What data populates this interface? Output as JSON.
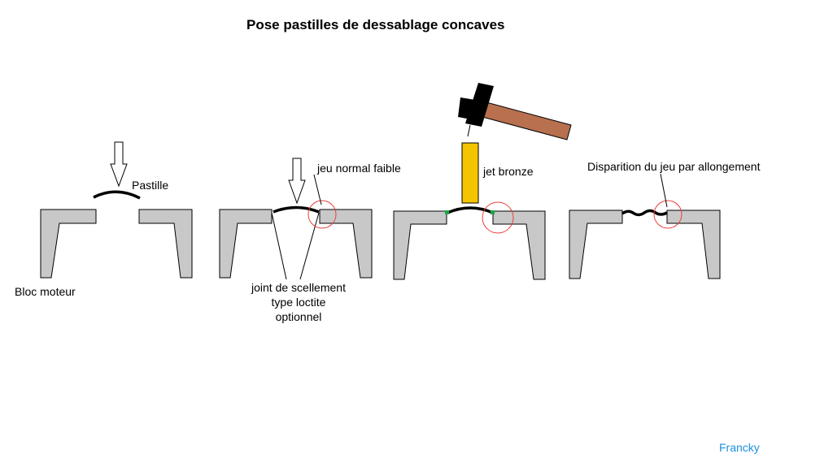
{
  "title": "Pose pastilles de dessablage concaves",
  "labels": {
    "pastille": "Pastille",
    "bloc_moteur": "Bloc moteur",
    "jeu_normal": "jeu normal faible",
    "joint_line1": "joint de scellement",
    "joint_line2": "type loctite",
    "joint_line3": "optionnel",
    "jet_bronze": "jet bronze",
    "disparition": "Disparition du jeu par allongement"
  },
  "author": "Francky",
  "colors": {
    "block_fill": "#c8c8c8",
    "outline": "#000000",
    "circle": "#e8403a",
    "sealant": "#1aa84a",
    "bronze": "#f5c400",
    "handle": "#b8704f",
    "author": "#1a8fe0"
  },
  "icons": [
    "down-arrow-icon",
    "hammer-icon",
    "bronze-punch-icon"
  ]
}
